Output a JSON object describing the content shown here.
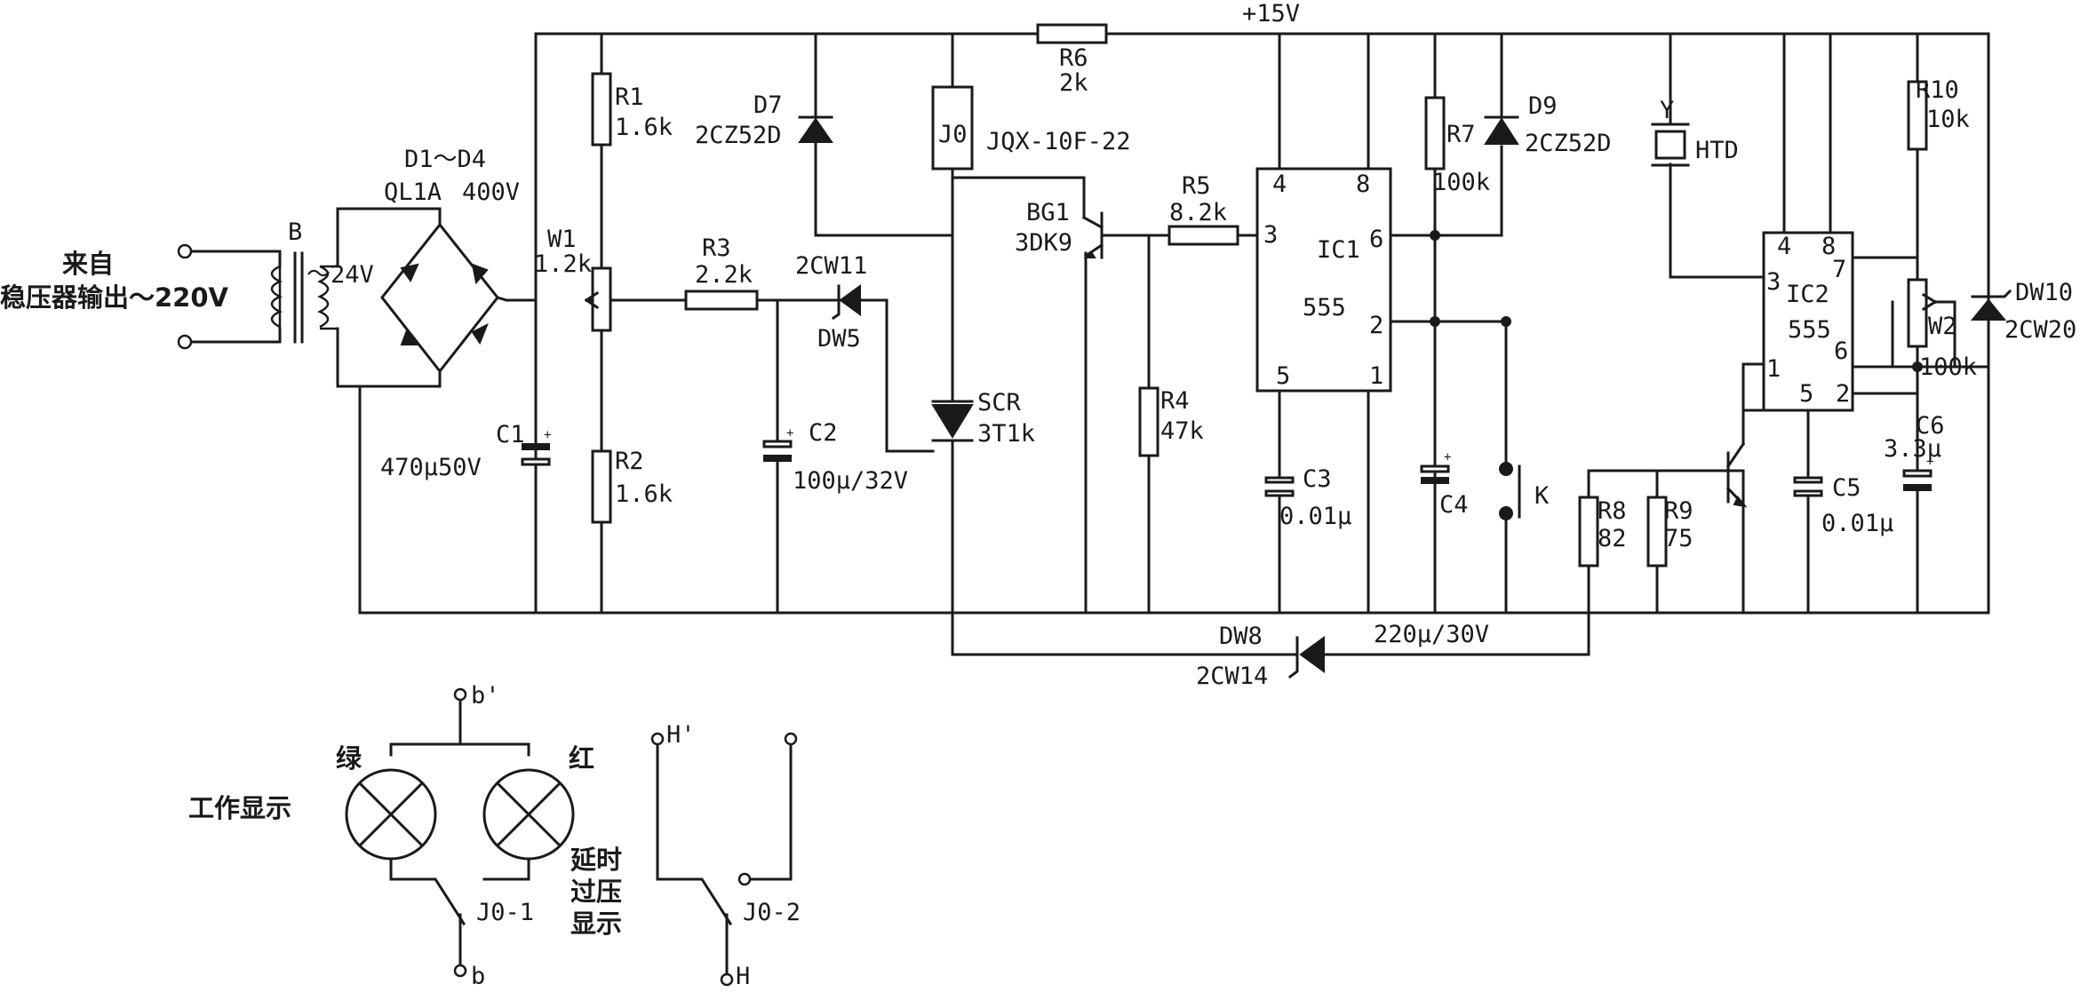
{
  "supply": {
    "rail": "+15V"
  },
  "input": {
    "line1": "来自",
    "line2": "稳压器输出～220V",
    "transformer": "B",
    "secondary": "～24V"
  },
  "bridge": {
    "name": "D1～D4",
    "part": "QL1A",
    "voltage": "400V"
  },
  "components": {
    "C1": {
      "ref": "C1",
      "value": "470μ50V"
    },
    "R1": {
      "ref": "R1",
      "value": "1.6k"
    },
    "R2": {
      "ref": "R2",
      "value": "1.6k"
    },
    "W1": {
      "ref": "W1",
      "value": "1.2k"
    },
    "R3": {
      "ref": "R3",
      "value": "2.2k"
    },
    "C2": {
      "ref": "C2",
      "value": "100μ/32V"
    },
    "D7": {
      "ref": "D7",
      "value": "2CZ52D"
    },
    "DW5": {
      "ref": "DW5",
      "value": "2CW11"
    },
    "SCR": {
      "ref": "SCR",
      "value": "3T1k"
    },
    "J0": {
      "ref": "J0",
      "value": "JQX-10F-22"
    },
    "R6": {
      "ref": "R6",
      "value": "2k"
    },
    "BG1": {
      "ref": "BG1",
      "value": "3DK9"
    },
    "R5": {
      "ref": "R5",
      "value": "8.2k"
    },
    "R4": {
      "ref": "R4",
      "value": "47k"
    },
    "IC1": {
      "ref": "IC1",
      "value": "555",
      "pins": [
        "4",
        "8",
        "3",
        "6",
        "2",
        "5",
        "1"
      ]
    },
    "C3": {
      "ref": "C3",
      "value": "0.01μ"
    },
    "R7": {
      "ref": "R7",
      "value": "100k"
    },
    "D9": {
      "ref": "D9",
      "value": "2CZ52D"
    },
    "C4": {
      "ref": "C4",
      "value": "220μ/30V"
    },
    "K": {
      "ref": "K"
    },
    "DW8": {
      "ref": "DW8",
      "value": "2CW14"
    },
    "Y": {
      "ref": "Y",
      "value": "HTD"
    },
    "R8": {
      "ref": "R8",
      "value": "82"
    },
    "R9": {
      "ref": "R9",
      "value": "75"
    },
    "IC2": {
      "ref": "IC2",
      "value": "555",
      "pins": [
        "4",
        "8",
        "7",
        "3",
        "6",
        "1",
        "5",
        "2"
      ]
    },
    "C5": {
      "ref": "C5",
      "value": "0.01μ"
    },
    "R10": {
      "ref": "R10",
      "value": "10k"
    },
    "W2": {
      "ref": "W2",
      "value": "100k"
    },
    "C6": {
      "ref": "C6",
      "value": "3.3μ"
    },
    "DW10": {
      "ref": "DW10",
      "value": "2CW20"
    }
  },
  "indicator": {
    "title": "工作显示",
    "green": "绿",
    "red": "红",
    "terminal_b_prime": "b'",
    "terminal_b": "b",
    "contact1": "J0-1",
    "note_line1": "延时",
    "note_line2": "过压",
    "note_line3": "显示",
    "terminal_h_prime": "H'",
    "terminal_h": "H",
    "contact2": "J0-2"
  }
}
